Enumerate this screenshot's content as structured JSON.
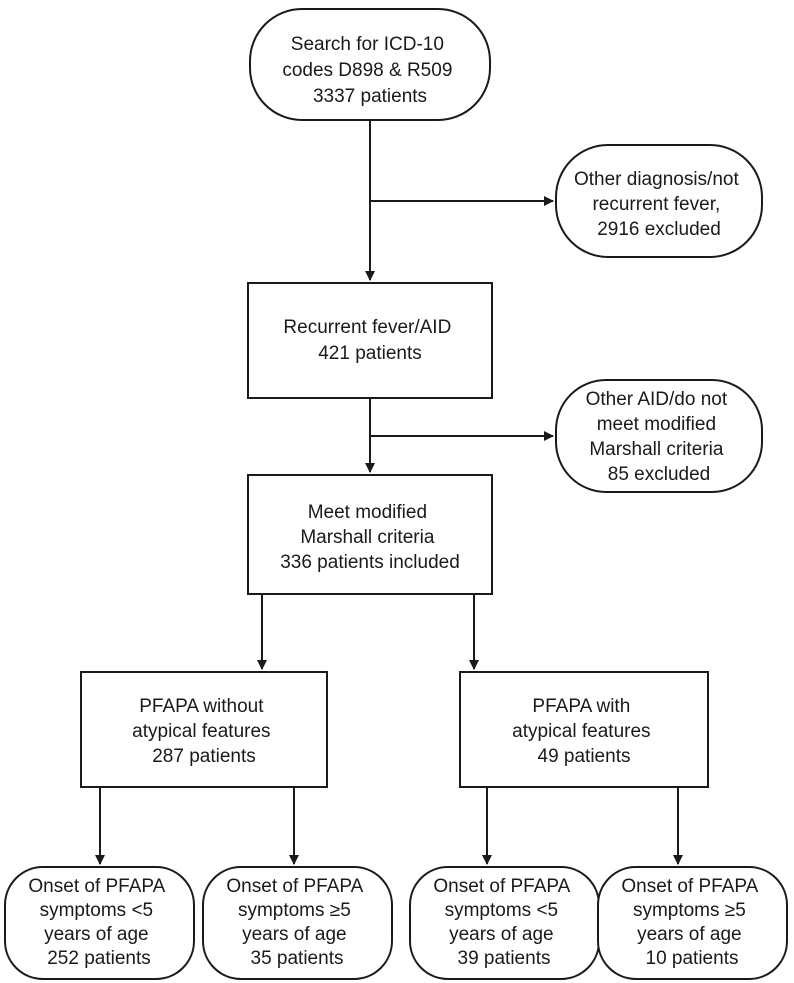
{
  "flowchart": {
    "search": [
      "Search for ICD-10",
      "codes D898 & R509",
      "3337 patients"
    ],
    "excluded_1": [
      "Other diagnosis/not",
      "recurrent fever,",
      "2916 excluded"
    ],
    "recurrent": [
      "Recurrent fever/AID",
      "421 patients"
    ],
    "excluded_2": [
      "Other AID/do not",
      "meet modified",
      "Marshall criteria",
      "85 excluded"
    ],
    "included": [
      "Meet modified",
      "Marshall criteria",
      "336 patients included"
    ],
    "without_atypical": [
      "PFAPA without",
      "atypical features",
      "287 patients"
    ],
    "with_atypical": [
      "PFAPA with",
      "atypical features",
      "49 patients"
    ],
    "onset_1": [
      "Onset of PFAPA",
      "symptoms <5",
      "years of age",
      "252 patients"
    ],
    "onset_2": [
      "Onset of PFAPA",
      "symptoms ≥5",
      "years of age",
      "35 patients"
    ],
    "onset_3": [
      "Onset of PFAPA",
      "symptoms <5",
      "years of age",
      "39 patients"
    ],
    "onset_4": [
      "Onset of PFAPA",
      "symptoms ≥5",
      "years of age",
      "10 patients"
    ]
  }
}
